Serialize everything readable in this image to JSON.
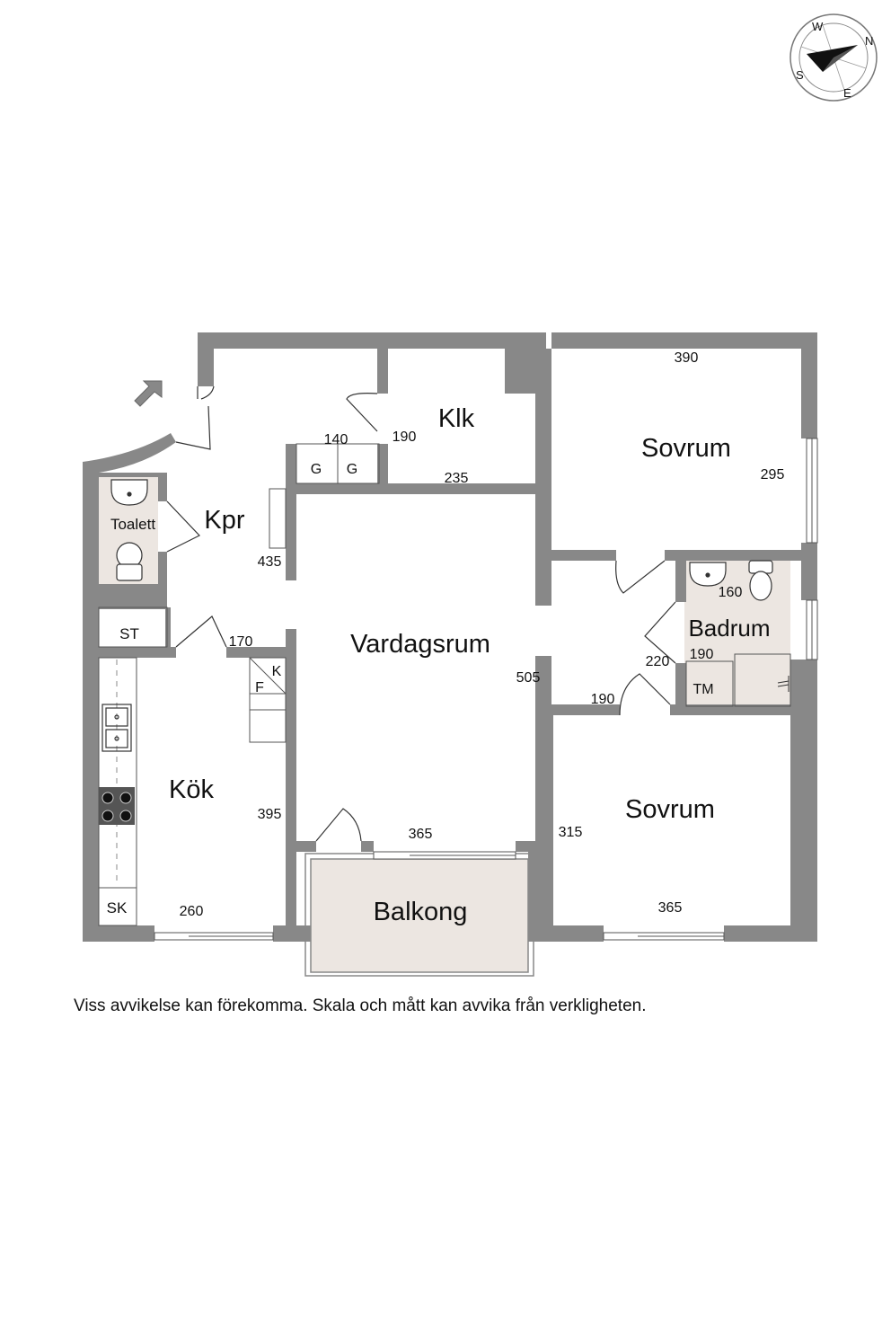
{
  "rooms": {
    "kpr": "Kpr",
    "klk": "Klk",
    "sovrum_top": "Sovrum",
    "sovrum_bottom": "Sovrum",
    "vardagsrum": "Vardagsrum",
    "kok": "Kök",
    "badrum": "Badrum",
    "toalett": "Toalett",
    "balkong": "Balkong"
  },
  "fixtures": {
    "st": "ST",
    "sk": "SK",
    "tm": "TM",
    "g1": "G",
    "g2": "G",
    "f": "F",
    "k": "K"
  },
  "dimensions": {
    "sovrum_top_width": "390",
    "sovrum_top_depth": "295",
    "klk_width": "235",
    "klk_door": "190",
    "wardrobe": "140",
    "kpr_length": "435",
    "kpr_opening": "170",
    "vardagsrum_depth": "505",
    "vardagsrum_width": "365",
    "kok_depth": "395",
    "kok_width": "260",
    "badrum_width": "160",
    "badrum_depth": "190",
    "hall_220": "220",
    "hall_190": "190",
    "sovrum_bottom_depth": "315",
    "sovrum_bottom_width": "365"
  },
  "compass": {
    "n": "N",
    "e": "E",
    "s": "S",
    "w": "W"
  },
  "disclaimer": "Viss avvikelse kan förekomma. Skala och mått kan avvika från verkligheten.",
  "colors": {
    "wall": "#888888",
    "wet_room": "#ece6e1",
    "balcony": "#ece6e1"
  }
}
